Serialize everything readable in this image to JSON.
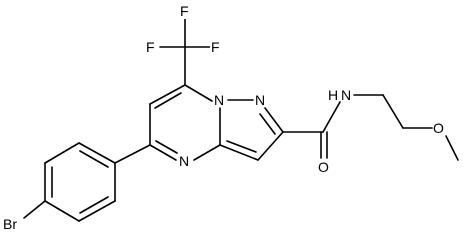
{
  "molecule": {
    "atoms": {
      "f1": "F",
      "f2": "F",
      "f3": "F",
      "n_ring1": "N",
      "n_ring2": "N",
      "n_ring3": "N",
      "nh": "H",
      "nh_n": "N",
      "o_carbonyl": "O",
      "o_ether": "O",
      "br": "Br"
    }
  }
}
